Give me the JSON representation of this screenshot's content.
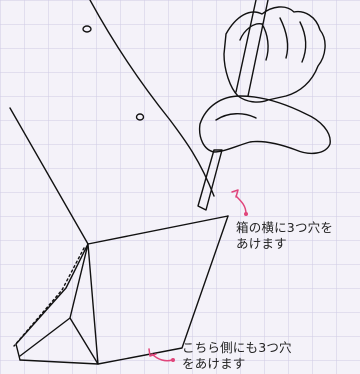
{
  "annotations": {
    "top_line1": "箱の横に3つ穴を",
    "top_line2": "あけます",
    "bottom_line1": "こちら側にも3つ穴",
    "bottom_line2": "をあけます"
  },
  "colors": {
    "line": "#111111",
    "arrow": "#e0457b"
  }
}
